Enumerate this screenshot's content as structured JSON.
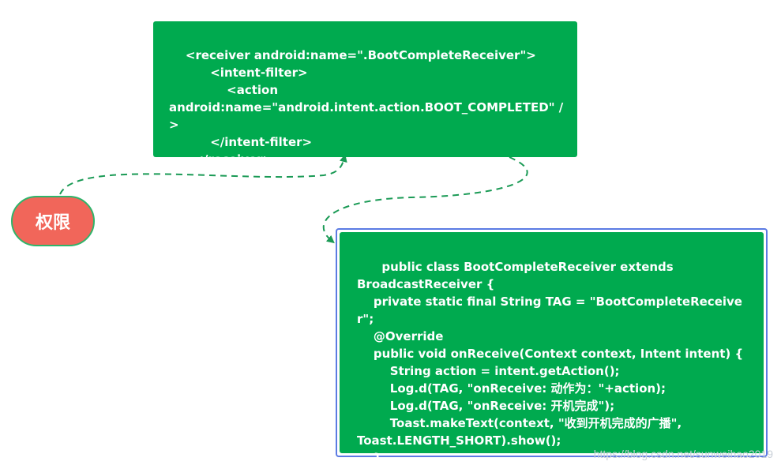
{
  "nodes": {
    "manifest": {
      "text": "<receiver android:name=\".BootCompleteReceiver\">\n          <intent-filter>\n              <action\nandroid:name=\"android.intent.action.BOOT_COMPLETED\" /\n>\n          </intent-filter>\n      </receiver>"
    },
    "permission": {
      "label": "权限"
    },
    "receiver_class": {
      "text": "public class BootCompleteReceiver extends\nBroadcastReceiver {\n    private static final String TAG = \"BootCompleteReceiver\";\n    @Override\n    public void onReceive(Context context, Intent intent) {\n        String action = intent.getAction();\n        Log.d(TAG, \"onReceive: 动作为：\"+action);\n        Log.d(TAG, \"onReceive: 开机完成\");\n        Toast.makeText(context, \"收到开机完成的广播\",\nToast.LENGTH_SHORT).show();\n    }\n}"
    }
  },
  "colors": {
    "node_fill": "#00aa4f",
    "permission_fill": "#f1665a",
    "permission_border": "#2fb46a",
    "connector": "#1a9a55",
    "selection_border": "#5b7be3"
  },
  "watermark": "https://blog.csdn.net/sunweihao2019"
}
